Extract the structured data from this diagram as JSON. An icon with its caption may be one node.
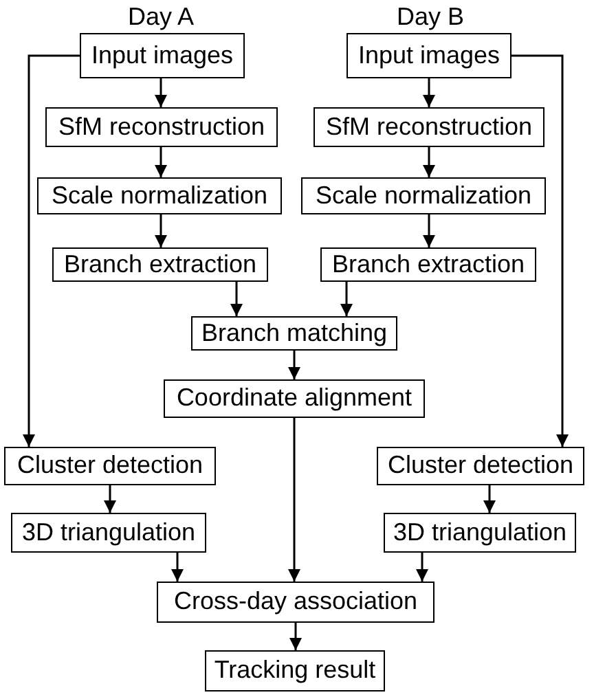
{
  "diagram": {
    "nodes": [
      {
        "text": [
          "Input images"
        ]
      },
      {
        "text": [
          "Input images"
        ]
      },
      {
        "text": [
          "SfM reconstruction"
        ]
      },
      {
        "text": [
          "SfM reconstruction"
        ]
      },
      {
        "text": [
          "Scale normalization"
        ]
      },
      {
        "text": [
          "Scale normalization"
        ]
      },
      {
        "text": [
          "Branch extraction"
        ]
      },
      {
        "text": [
          "Branch extraction"
        ]
      },
      {
        "text": [
          "Branch matching"
        ]
      },
      {
        "text": [
          "Coordinate alignment"
        ]
      },
      {
        "text": [
          "Cluster detection"
        ]
      },
      {
        "text": [
          "Cluster detection"
        ]
      },
      {
        "text": [
          "3D triangulation"
        ]
      },
      {
        "text": [
          "3D triangulation"
        ]
      },
      {
        "text": [
          "Cross-day association"
        ]
      },
      {
        "text": [
          "Tracking result"
        ]
      }
    ],
    "edges": [
      {
        "from": 0,
        "to": 2,
        "arrow": "to"
      },
      {
        "from": 2,
        "to": 4,
        "arrow": "to"
      },
      {
        "from": 4,
        "to": 6,
        "arrow": "to"
      },
      {
        "from": 1,
        "to": 3,
        "arrow": "to"
      },
      {
        "from": 3,
        "to": 5,
        "arrow": "to"
      },
      {
        "from": 5,
        "to": 7,
        "arrow": "to"
      },
      {
        "from": 6,
        "to": 8,
        "arrow": "to"
      },
      {
        "from": 7,
        "to": 8,
        "arrow": "to"
      },
      {
        "from": 8,
        "to": 9,
        "arrow": "to"
      },
      {
        "from": 0,
        "to": 10,
        "arrow": "to"
      },
      {
        "from": 1,
        "to": 11,
        "arrow": "to"
      },
      {
        "from": 10,
        "to": 12,
        "arrow": "to"
      },
      {
        "from": 11,
        "to": 13,
        "arrow": "to"
      },
      {
        "from": 12,
        "to": 14,
        "arrow": "to"
      },
      {
        "from": 9,
        "to": 14,
        "arrow": "to"
      },
      {
        "from": 13,
        "to": 14,
        "arrow": "to"
      },
      {
        "from": 14,
        "to": 15,
        "arrow": "to"
      }
    ],
    "labels": [
      "Day A",
      "Day B"
    ]
  }
}
